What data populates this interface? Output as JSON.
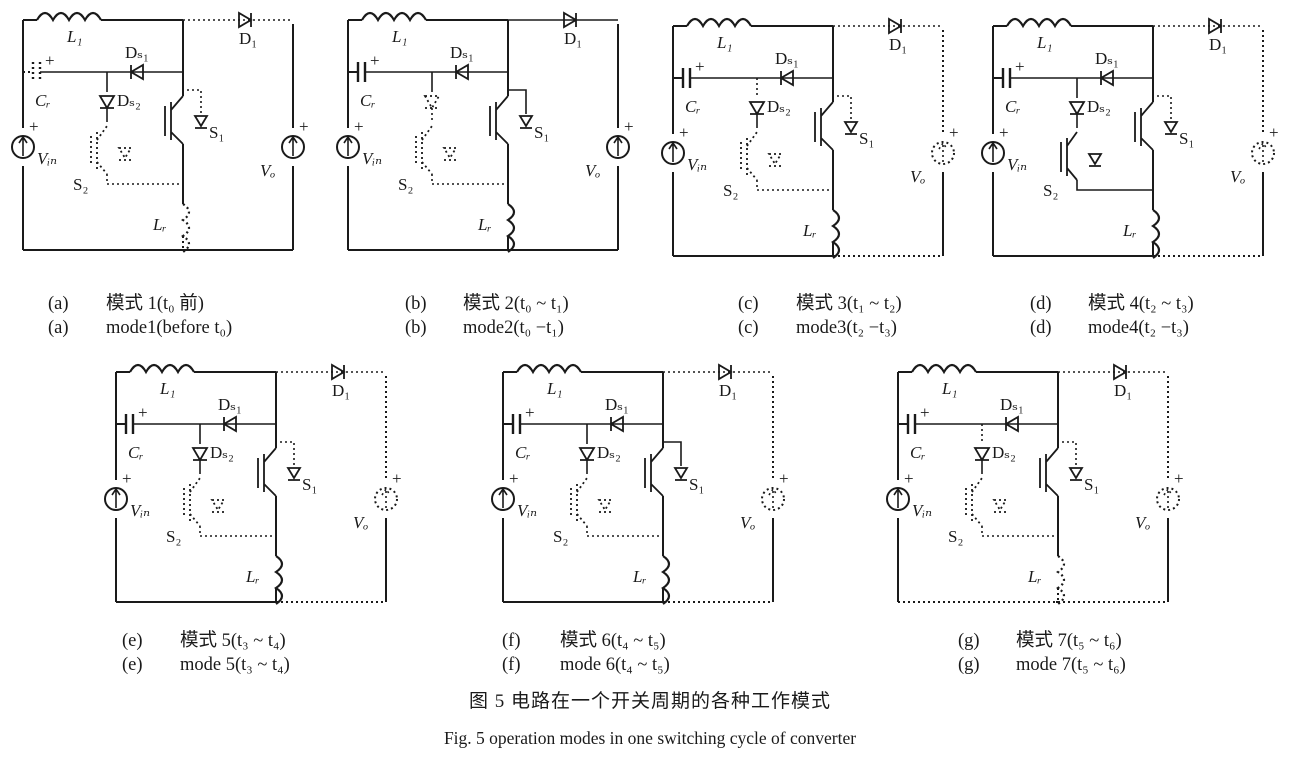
{
  "panels": [
    {
      "id": "a",
      "letter": "(a)",
      "cn": "模式 1(t₀ 前)",
      "en": "mode1(before t₀)",
      "labels": {
        "L1": "L₁",
        "D1": "D₁",
        "Ds1": "Dₛ₁",
        "Ds2": "Dₛ₂",
        "Cr": "Cᵣ",
        "S1": "S₁",
        "S2": "S₂",
        "Vin": "Vᵢₙ",
        "Vo": "Vₒ",
        "Lr": "Lᵣ"
      }
    },
    {
      "id": "b",
      "letter": "(b)",
      "cn": "模式 2(t₀ ~ t₁)",
      "en": "mode2(t₀ −t₁)",
      "labels": {
        "L1": "L₁",
        "D1": "D₁",
        "Ds1": "Dₛ₁",
        "Cr": "Cᵣ",
        "S1": "S₁",
        "S2": "S₂",
        "Vin": "Vᵢₙ",
        "Vo": "Vₒ",
        "Lr": "Lᵣ"
      }
    },
    {
      "id": "c",
      "letter": "(c)",
      "cn": "模式 3(t₁ ~ t₂)",
      "en": "mode3(t₂ −t₃)",
      "labels": {
        "L1": "L₁",
        "D1": "D₁",
        "Ds1": "Dₛ₁",
        "Ds2": "Dₛ₂",
        "Cr": "Cᵣ",
        "S1": "S₁",
        "S2": "S₂",
        "Vin": "Vᵢₙ",
        "Vo": "Vₒ",
        "Lr": "Lᵣ"
      }
    },
    {
      "id": "d",
      "letter": "(d)",
      "cn": "模式 4(t₂ ~ t₃)",
      "en": "mode4(t₂ −t₃)",
      "labels": {
        "L1": "L₁",
        "D1": "D₁",
        "Ds1": "Dₛ₁",
        "Ds2": "Dₛ₂",
        "Cr": "Cᵣ",
        "S1": "S₁",
        "S2": "S₂",
        "Vin": "Vᵢₙ",
        "Vo": "Vₒ",
        "Lr": "Lᵣ"
      }
    },
    {
      "id": "e",
      "letter": "(e)",
      "cn": "模式 5(t₃ ~ t₄)",
      "en": "mode 5(t₃ ~ t₄)",
      "labels": {
        "L1": "L₁",
        "D1": "D₁",
        "Ds1": "Dₛ₁",
        "Ds2": "Dₛ₂",
        "Cr": "Cᵣ",
        "S1": "S₁",
        "S2": "S₂",
        "Vin": "Vᵢₙ",
        "Vo": "Vₒ",
        "Lr": "Lᵣ"
      }
    },
    {
      "id": "f",
      "letter": "(f)",
      "cn": "模式 6(t₄ ~ t₅)",
      "en": "mode 6(t₄ ~ t₅)",
      "labels": {
        "L1": "L₁",
        "D1": "D₁",
        "Ds1": "Dₛ₁",
        "Ds2": "Dₛ₂",
        "Cr": "Cᵣ",
        "S1": "S₁",
        "S2": "S₂",
        "Vin": "Vᵢₙ",
        "Vo": "Vₒ",
        "Lr": "Lᵣ"
      }
    },
    {
      "id": "g",
      "letter": "(g)",
      "cn": "模式 7(t₅ ~ t₆)",
      "en": "mode 7(t₅ ~ t₆)",
      "labels": {
        "L1": "L₁",
        "D1": "D₁",
        "Ds1": "Dₛ₁",
        "Ds2": "Dₛ₂",
        "Cr": "Cᵣ",
        "S1": "S₁",
        "S2": "S₂",
        "Vin": "Vᵢₙ",
        "Vo": "Vₒ",
        "Lr": "Lᵣ"
      }
    }
  ],
  "figure": {
    "title_cn": "图 5   电路在一个开关周期的各种工作模式",
    "title_en": "Fig. 5     operation modes in one switching cycle of converter"
  }
}
